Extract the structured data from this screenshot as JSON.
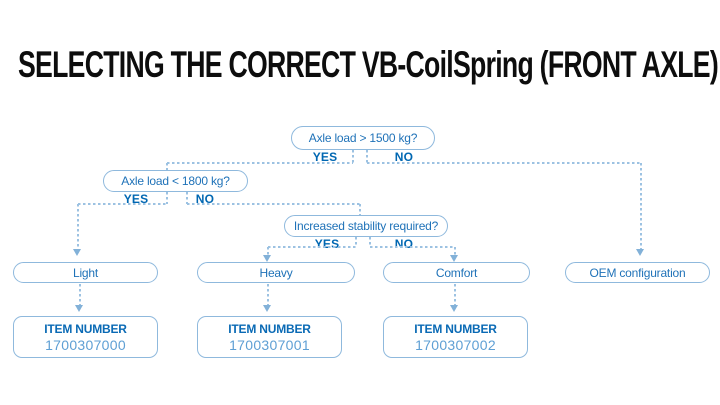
{
  "title": "SELECTING THE CORRECT VB-CoilSpring (FRONT AXLE)",
  "flowchart": {
    "decisions": [
      {
        "question": "Axle load > 1500 kg?",
        "yes_label": "YES",
        "no_label": "NO"
      },
      {
        "question": "Axle load < 1800 kg?",
        "yes_label": "YES",
        "no_label": "NO"
      },
      {
        "question": "Increased stability required?",
        "yes_label": "YES",
        "no_label": "NO"
      }
    ],
    "results": [
      {
        "label": "Light"
      },
      {
        "label": "Heavy"
      },
      {
        "label": "Comfort"
      },
      {
        "label": "OEM configuration"
      }
    ],
    "item_boxes": [
      {
        "heading": "ITEM NUMBER",
        "number": "1700307000"
      },
      {
        "heading": "ITEM NUMBER",
        "number": "1700307001"
      },
      {
        "heading": "ITEM NUMBER",
        "number": "1700307002"
      }
    ],
    "colors": {
      "line_blue": "#9cc2e2",
      "border_blue": "#8fb9dd",
      "text_blue": "#1f72b8",
      "label_blue": "#0067b2",
      "number_blue": "#5e9fd4",
      "title_color": "#0d0d0d"
    }
  }
}
